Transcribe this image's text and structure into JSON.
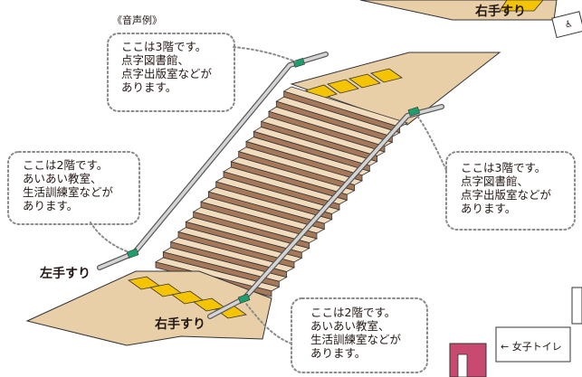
{
  "caption": "《音声例》",
  "labels": {
    "handrail_left": "左手すり",
    "handrail_right_bottom": "右手すり",
    "handrail_right_top": "右手すり"
  },
  "bubbles": {
    "top_left": "ここは3階です。\n点字図書館、\n点字出版室などが\nあります。",
    "mid_left": "ここは2階です。\nあいあい教室、\n生活訓練室などが\nあります。",
    "right_upper": "ここは3階です。\n点字図書館、\n点字出版室などが\nあります。",
    "right_lower": "ここは2階です。\nあいあい教室、\n生活訓練室などが\nあります。"
  },
  "signs": {
    "womens_toilet": "← 女子トイレ",
    "corner_mark": "♿"
  },
  "colors": {
    "floor": "#e8cfa8",
    "step_top": "#f1ddbd",
    "step_riser": "#a6785a",
    "tactile": "#f5c400",
    "rail": "#c9c9c9",
    "rail_outline": "#555555",
    "rail_marker": "#1f9e6d",
    "bubble_border": "#8a8a8a",
    "door": "#c84a70"
  }
}
